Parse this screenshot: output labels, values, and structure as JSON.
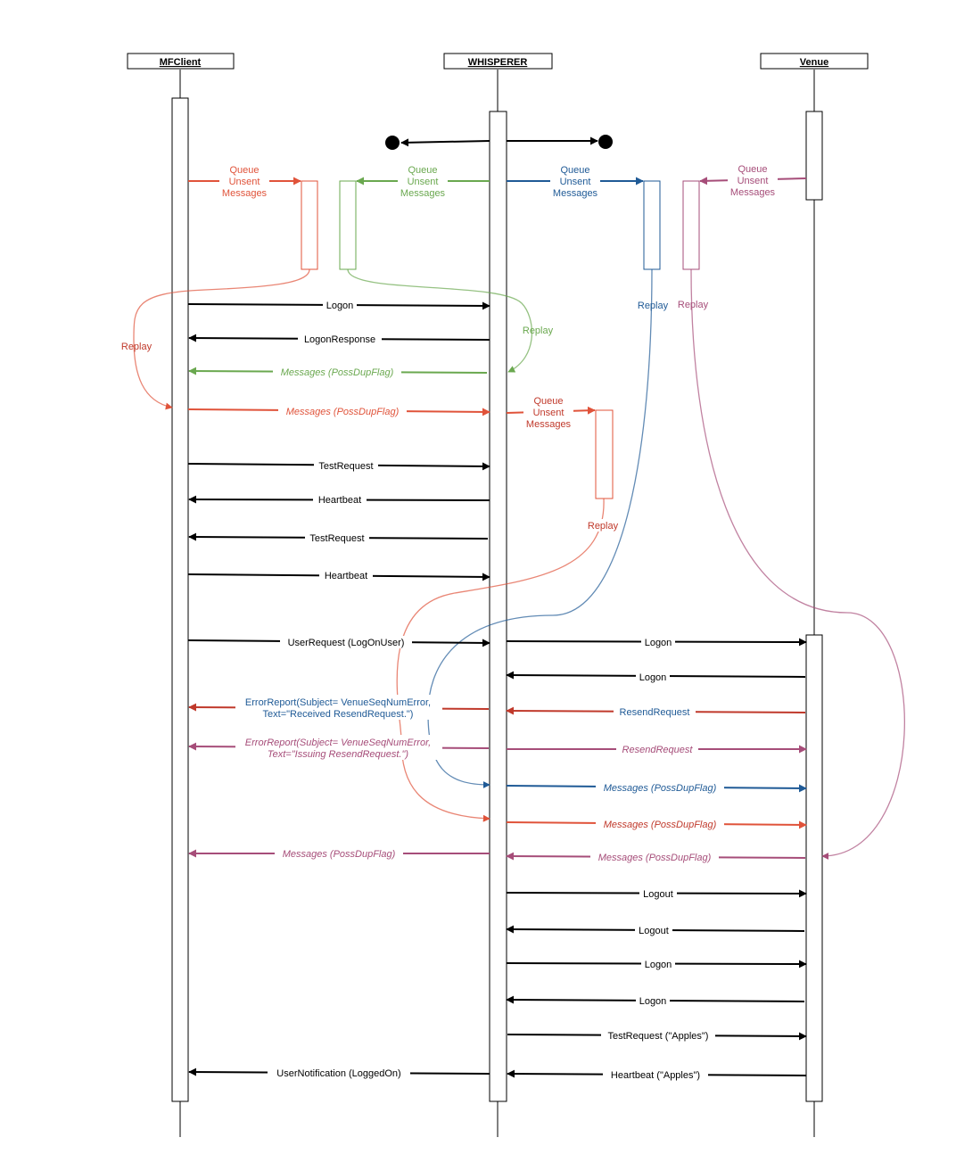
{
  "colors": {
    "black": "#000000",
    "red": "#c0392b",
    "orange": "#e0533a",
    "green": "#6aa84f",
    "blue": "#1f5a96",
    "purple": "#a64d79"
  },
  "actors": {
    "client": "MFClient",
    "whisperer": "WHISPERER",
    "venue": "Venue"
  },
  "queue_label": [
    "Queue",
    "Unsent",
    "Messages"
  ],
  "replay_label": "Replay",
  "messages": {
    "logon": "Logon",
    "logon_response": "LogonResponse",
    "messages_dup": "Messages (PossDupFlag)",
    "test_request": "TestRequest",
    "heartbeat": "Heartbeat",
    "user_request": "UserRequest (LogOnUser)",
    "resend_request": "ResendRequest",
    "error_received": [
      "ErrorReport(Subject= VenueSeqNumError,",
      "Text=\"Received ResendRequest.\")"
    ],
    "error_issuing": [
      "ErrorReport(Subject= VenueSeqNumError,",
      "Text=\"Issuing ResendRequest.\")"
    ],
    "logout": "Logout",
    "test_request_apples": "TestRequest (\"Apples\")",
    "heartbeat_apples": "Heartbeat (\"Apples\")",
    "user_notification": "UserNotification (LoggedOn)"
  }
}
